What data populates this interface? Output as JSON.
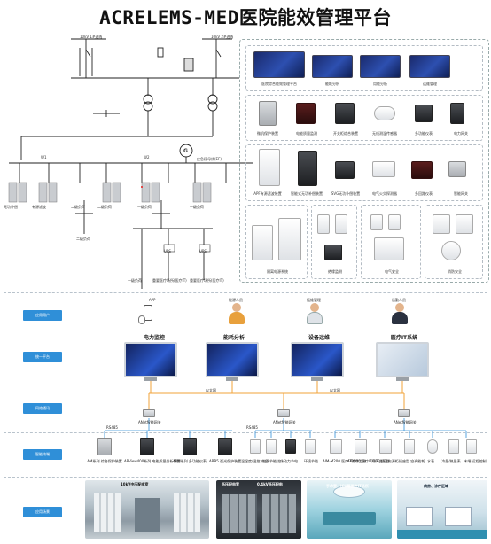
{
  "title": "ACRELEMS-MED医院能效管理平台",
  "sld": {
    "incoming1": "10kV 1#进线",
    "incoming2": "10kV 2#进线",
    "bus1": "W1",
    "bus2": "W2",
    "gen_label": "G",
    "emergency": "应急段母线(EF)",
    "loads": [
      "无功补偿",
      "有源滤波",
      "二级负荷",
      "二级负荷",
      "一级负荷",
      "一级负荷"
    ],
    "dual_power": "二级负荷",
    "ups1": "UPS",
    "ups2": "UPS",
    "bottom": [
      "一级负荷",
      "重要医疗场所(医疗IT)",
      "重要医疗场所(医疗IT)"
    ]
  },
  "panel": {
    "screens": [
      "医院综合能效管理平台",
      "能耗分析",
      "用能分析",
      "运维管理"
    ],
    "row2": [
      "微机保护装置",
      "电能质量监测",
      "开关柜综合装置",
      "无线测温传感器",
      "多功能仪表",
      "电力网关"
    ],
    "row3": [
      "APF有源滤波装置",
      "智能式无功补偿装置",
      "SVG无功补偿装置",
      "电气火灾探测器",
      "多回路仪表",
      "智能网关"
    ],
    "row4": [
      "隔离电源系统",
      "绝缘监测",
      "电气安全",
      "消防安全"
    ]
  },
  "tags": {
    "users": "应用用户",
    "platform": "统一平台",
    "network": "网络通讯",
    "devices": "智能终端",
    "sites": "应用场景"
  },
  "people": [
    {
      "label": "APP"
    },
    {
      "label": "能源人员"
    },
    {
      "label": "运维管理"
    },
    {
      "label": "后勤人员"
    }
  ],
  "functions": [
    "电力监控",
    "能耗分析",
    "设备运维",
    "医疗IT系统"
  ],
  "network": {
    "ethernet": "以太网",
    "gw1": "ANet智能网关",
    "gw2": "ANet智能网关",
    "gw3": "ANet智能网关",
    "rs485_1": "RS485",
    "rs485_2": "RS485"
  },
  "devices": [
    "AM系列 综合保护装置",
    "APView400系列 电能质量分析装置",
    "APM系列 多功能仪表",
    "ARB5 弧光保护装置",
    "温湿度/温控 产品",
    "空调节能 控制",
    "动力节电",
    "环境节能",
    "AIM-M200 医疗IT绝缘监测",
    "AID200 医疗IT隔离变压器",
    "GGF 隔离电源柜",
    "插座型 空调能耗",
    "水表",
    "冷量/热量表",
    "末端 远程控制"
  ],
  "sites": [
    "10kV中压配电室",
    "低压配电室",
    "0.4kV低压配电",
    "手术室、ICU等医疗IT场所",
    "病房、诊疗区域"
  ],
  "colors": {
    "tag": "#2f8fd8",
    "line_orange": "#f2a33a",
    "line_blue": "#2f8fd8",
    "screen": "#1a2a6c"
  }
}
